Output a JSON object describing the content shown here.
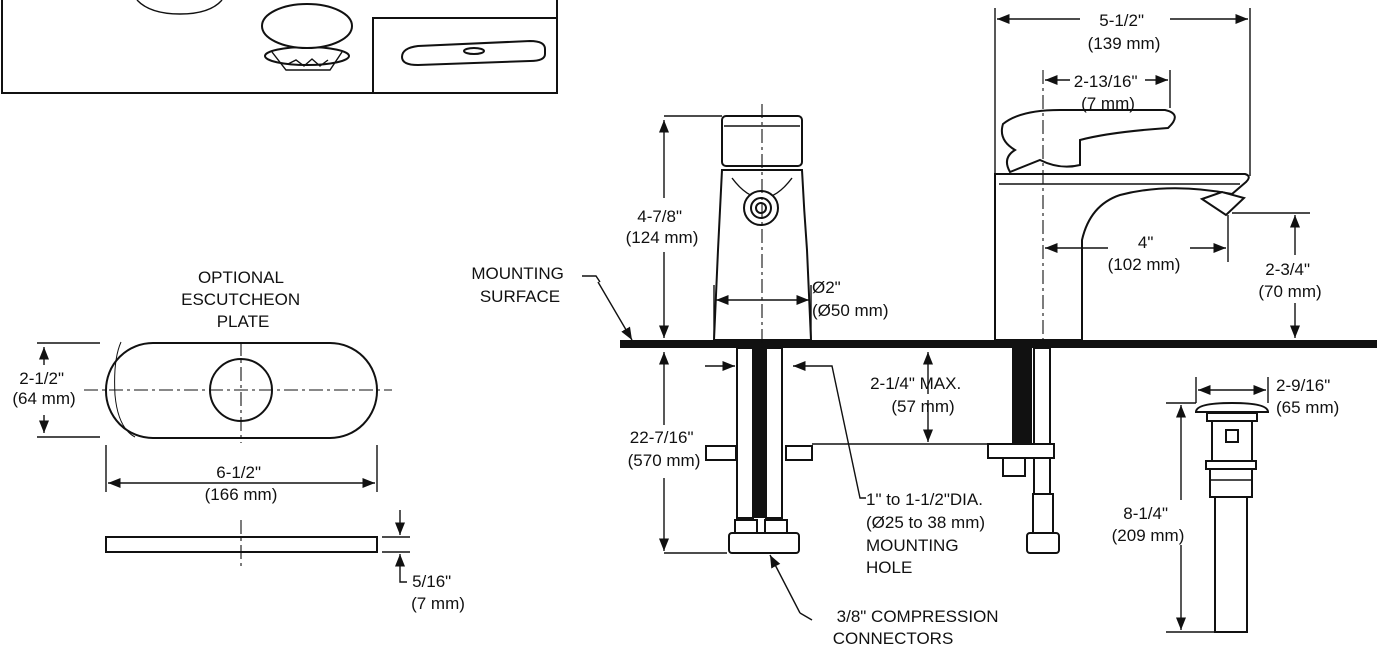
{
  "labels": {
    "optional_plate": [
      "OPTIONAL",
      "ESCUTCHEON",
      "PLATE"
    ],
    "mounting_surface": [
      "MOUNTING",
      "SURFACE"
    ],
    "compression": [
      "3/8\" COMPRESSION",
      "CONNECTORS"
    ],
    "mounting_hole": [
      "1\" to 1-1/2\"DIA.",
      "(Ø25 to 38 mm)",
      "MOUNTING",
      "HOLE"
    ]
  },
  "dimensions": {
    "plate_height": [
      "2-1/2\"",
      "(64 mm)"
    ],
    "plate_width": [
      "6-1/2\"",
      "(166 mm)"
    ],
    "plate_thickness": [
      "5/16\"",
      "(7 mm)"
    ],
    "faucet_height": [
      "4-7/8\"",
      "(124 mm)"
    ],
    "base_dia": [
      "Ø2\"",
      "(Ø50 mm)"
    ],
    "below_deck": [
      "22-7/16\"",
      "(570 mm)"
    ],
    "deck_thickness": [
      "2-1/4\" MAX.",
      "(57 mm)"
    ],
    "overall_depth": [
      "5-1/2\"",
      "(139 mm)"
    ],
    "handle_depth": [
      "2-13/16\"",
      "(7 mm)"
    ],
    "spout_reach": [
      "4\"",
      "(102 mm)"
    ],
    "spout_height": [
      "2-3/4\"",
      "(70 mm)"
    ],
    "drain_dia": [
      "2-9/16\"",
      "(65 mm)"
    ],
    "drain_length": [
      "8-1/4\"",
      "(209 mm)"
    ]
  }
}
